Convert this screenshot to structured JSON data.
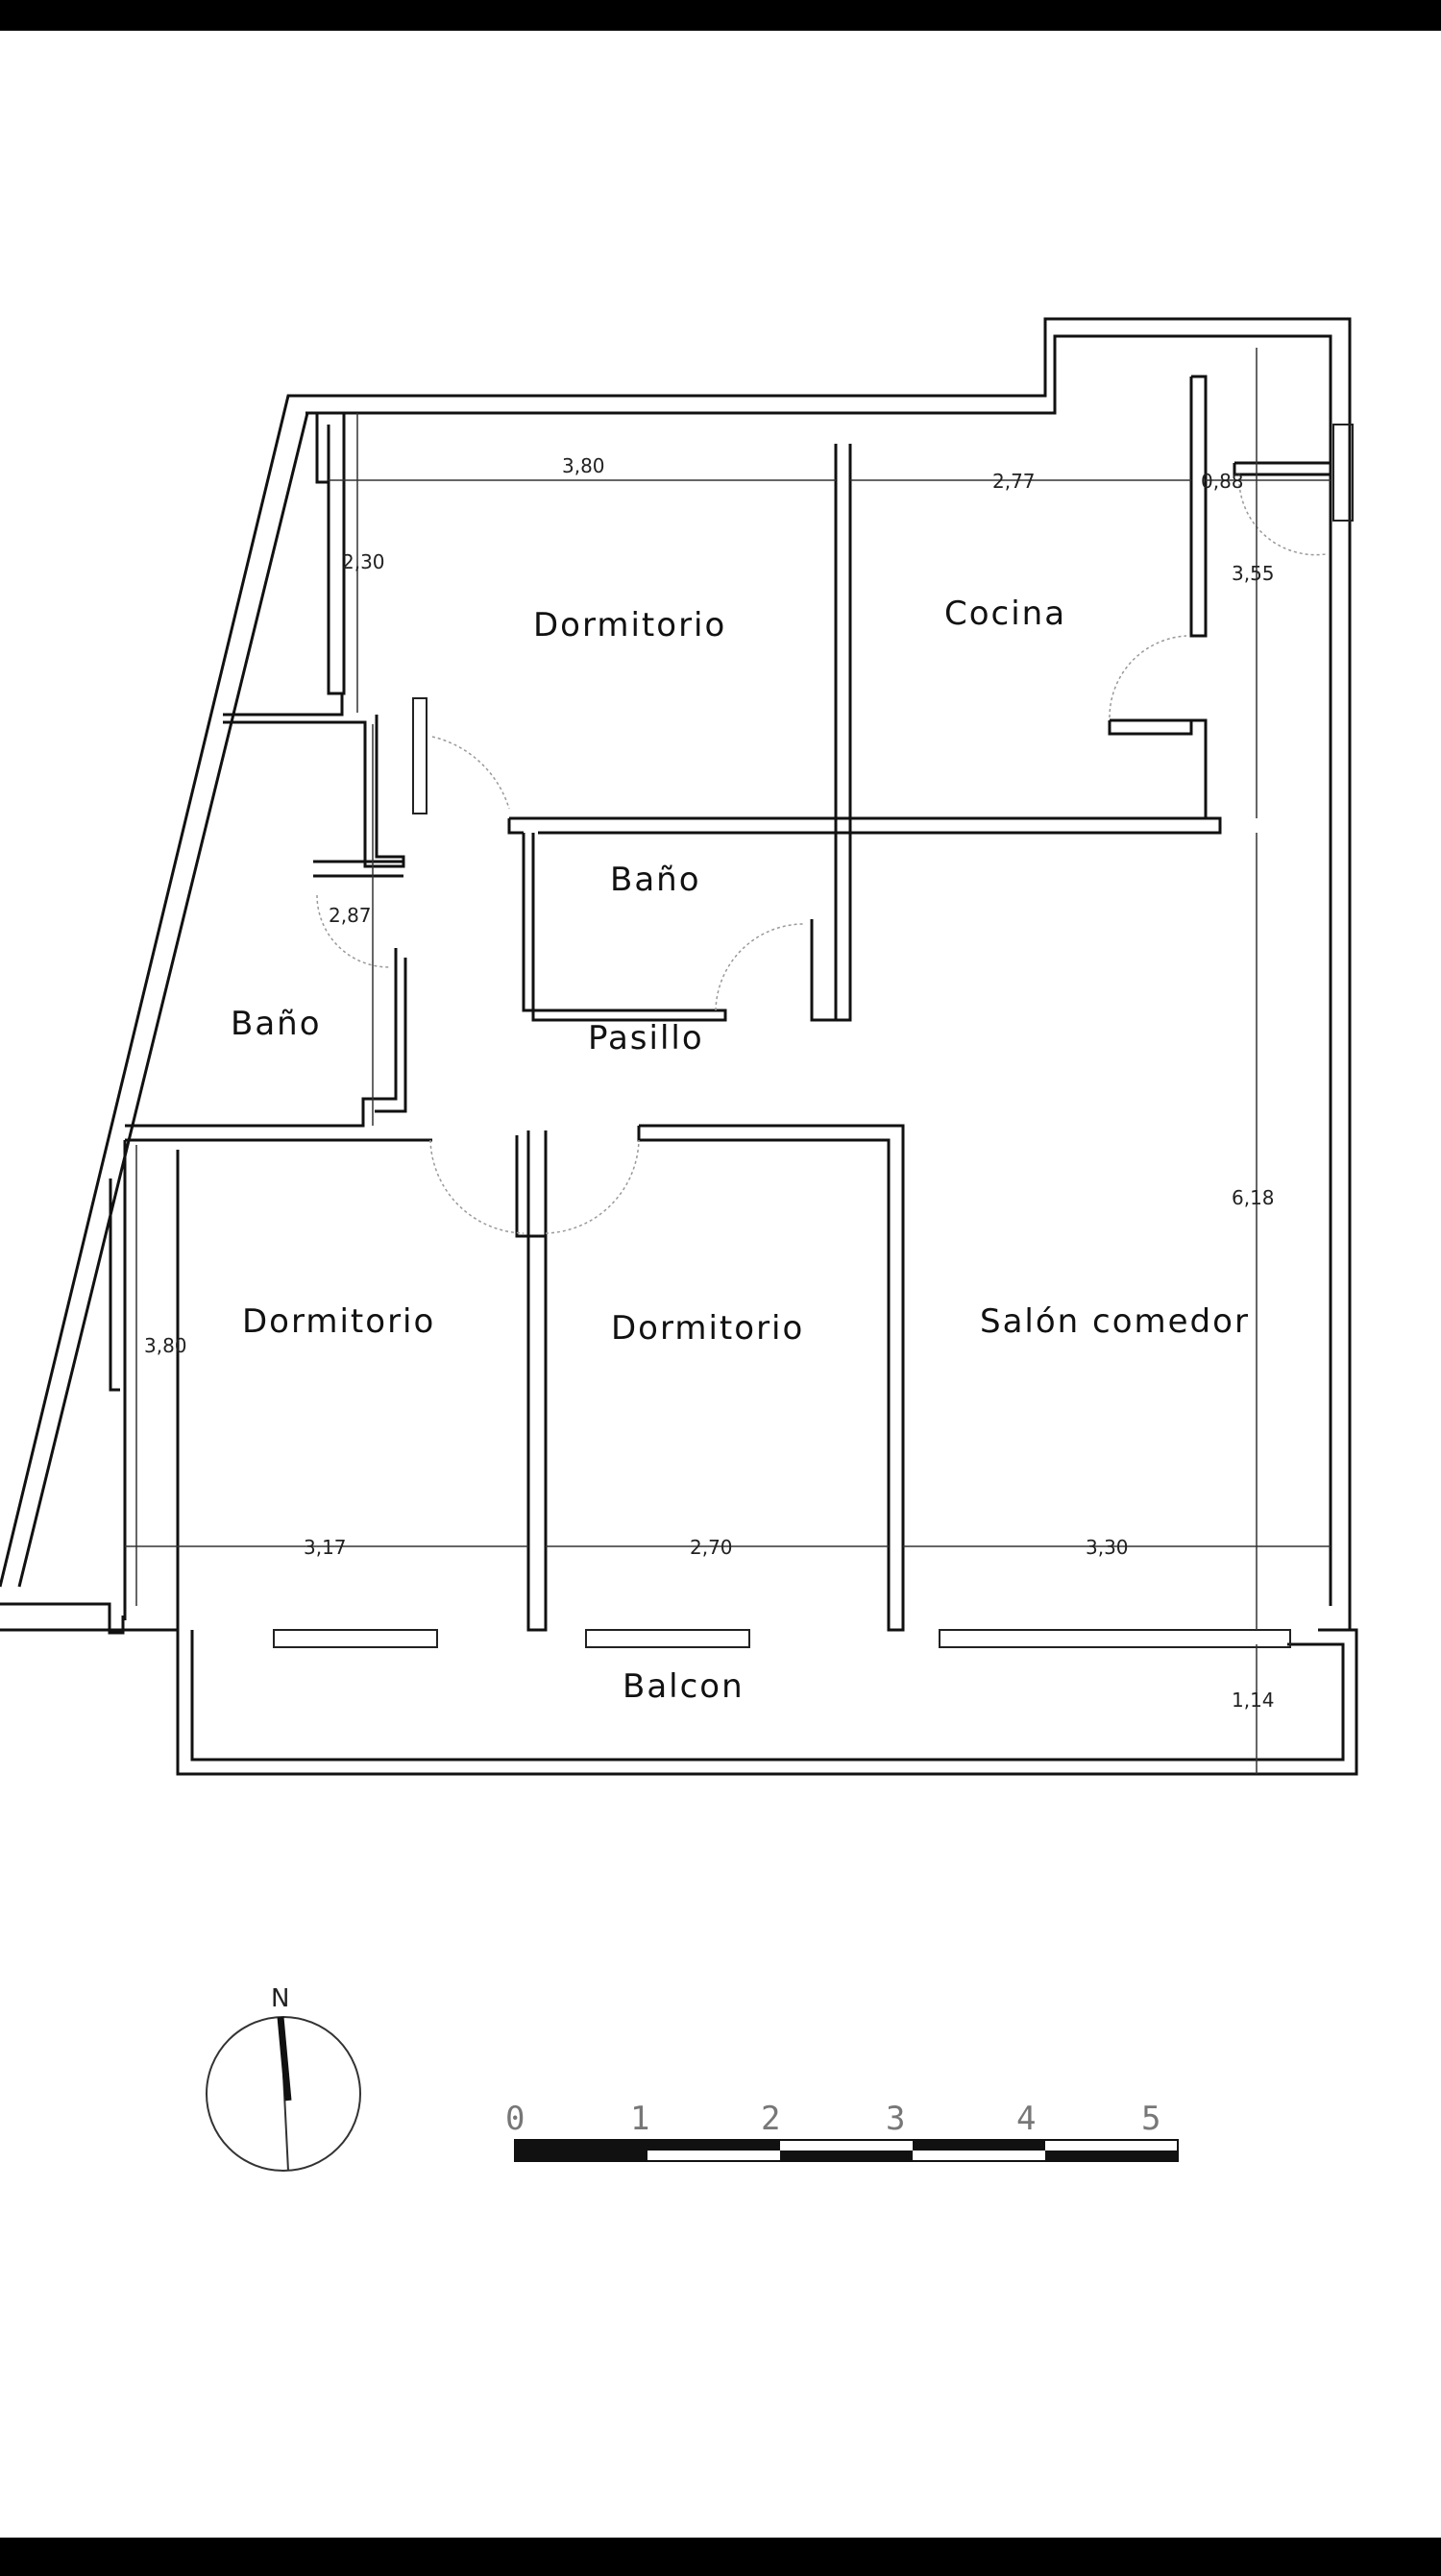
{
  "rooms": {
    "dormitorio_top": "Dormitorio",
    "cocina": "Cocina",
    "bano_center": "Baño",
    "bano_left": "Baño",
    "pasillo": "Pasillo",
    "dormitorio_left": "Dormitorio",
    "dormitorio_mid": "Dormitorio",
    "salon": "Salón comedor",
    "balcon": "Balcon"
  },
  "dimensions": {
    "top_dorm_width": "3,80",
    "cocina_width": "2,77",
    "right_small_width": "0,88",
    "top_dorm_height": "2,30",
    "cocina_height": "3,55",
    "bano_left_height": "2,87",
    "salon_height": "6,18",
    "left_dorm_height": "3,80",
    "left_dorm_width": "3,17",
    "mid_dorm_width": "2,70",
    "salon_width": "3,30",
    "balcon_depth": "1,14"
  },
  "north": "N",
  "scale": {
    "ticks": [
      "0",
      "1",
      "2",
      "3",
      "4",
      "5"
    ]
  }
}
